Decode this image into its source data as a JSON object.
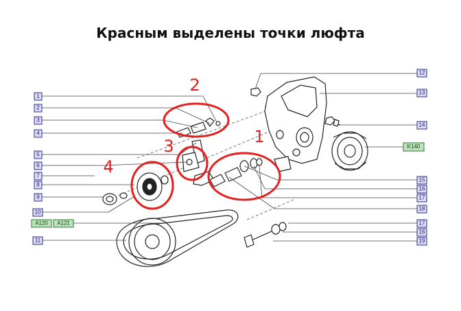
{
  "title": "Красным выделены точки люфта",
  "callouts": {
    "c1": "1",
    "c2": "2",
    "c3": "3",
    "c4": "4",
    "c5": "5",
    "c6": "6",
    "c7": "7",
    "c8": "8",
    "c9": "9",
    "c10": "10",
    "c11": "11",
    "c12": "12",
    "c13": "13",
    "c14": "14",
    "c15": "15",
    "c16a": "16",
    "c16b": "16",
    "c17a": "17",
    "c17b": "17",
    "c18": "18",
    "c19": "19"
  },
  "references": {
    "a120": "A120",
    "a121": "A121",
    "k140": "K140"
  },
  "highlights": {
    "h1": "1",
    "h2": "2",
    "h3": "3",
    "h4": "4"
  },
  "colors": {
    "callout_fill": "#dcdcf5",
    "callout_stroke": "#2c2c8c",
    "ref_fill": "#bfe3bf",
    "ref_stroke": "#2e7a2e",
    "highlight": "#e32020"
  }
}
